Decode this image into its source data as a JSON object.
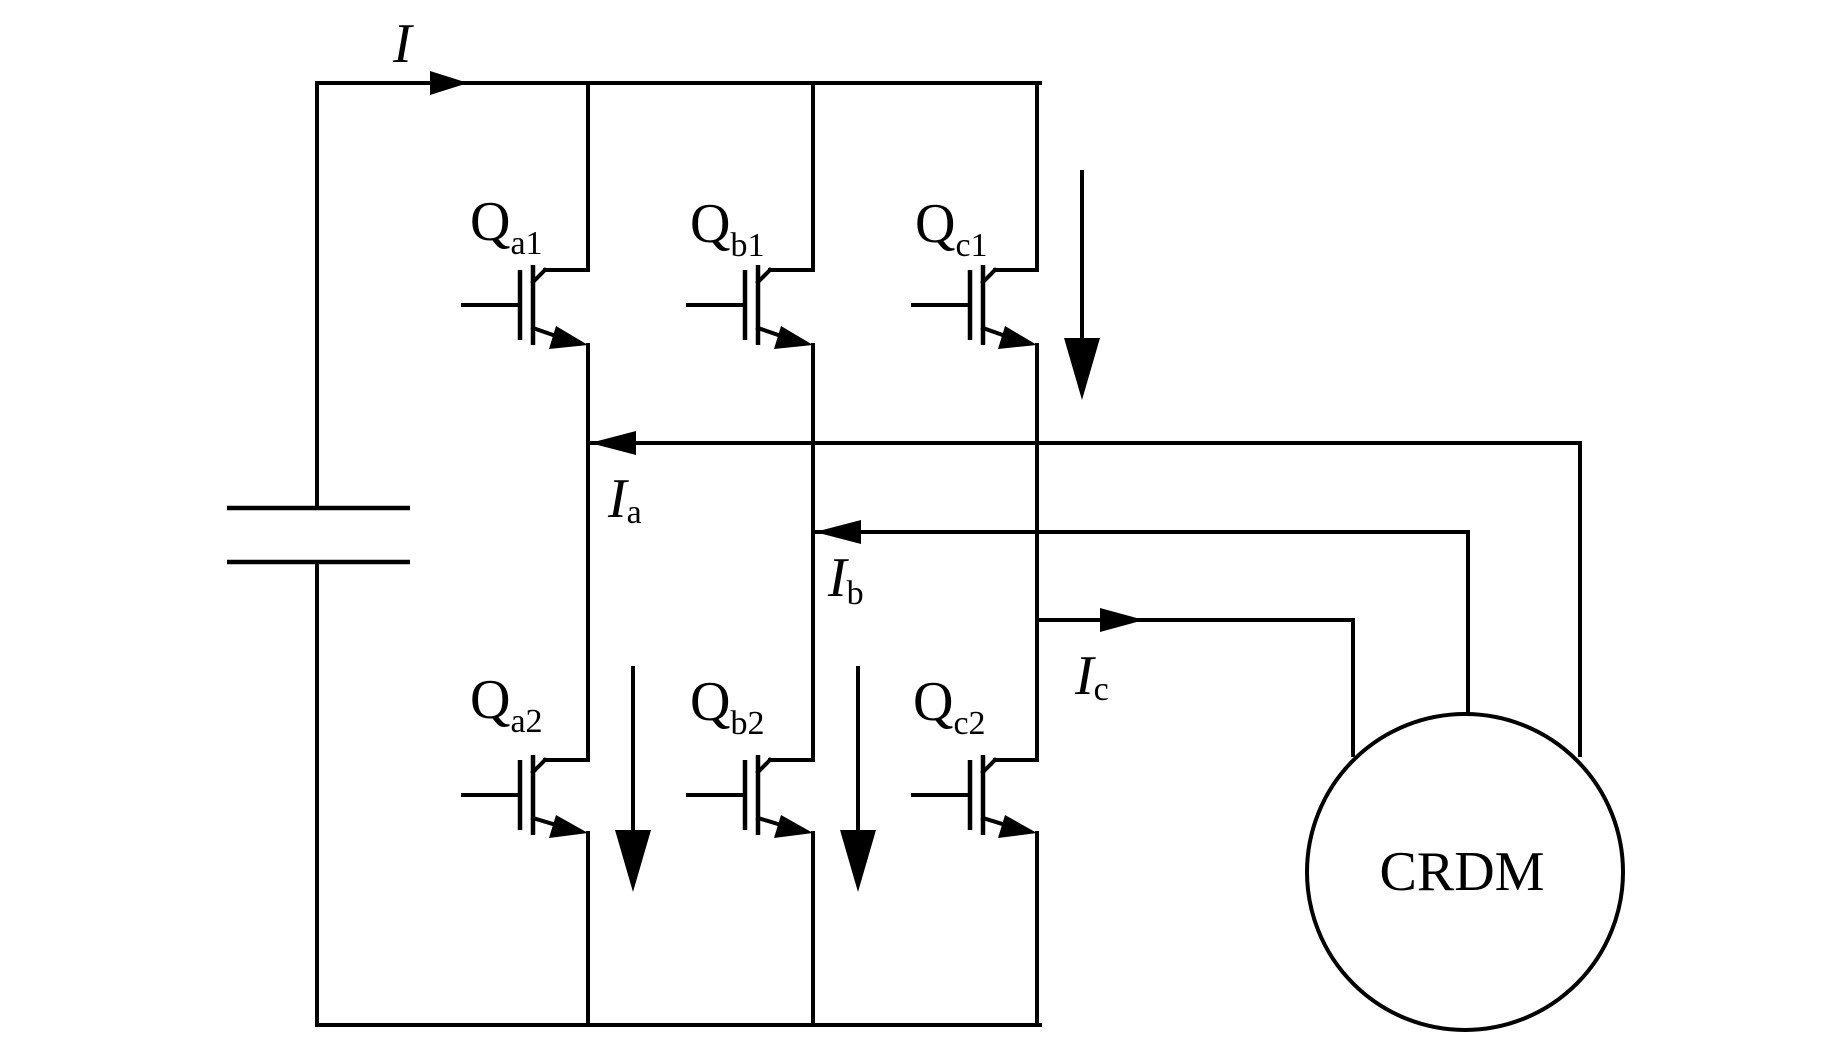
{
  "labels": {
    "current_total": "I",
    "current_a": {
      "main": "I",
      "sub": "a"
    },
    "current_b": {
      "main": "I",
      "sub": "b"
    },
    "current_c": {
      "main": "I",
      "sub": "c"
    }
  },
  "transistors": {
    "qa1": {
      "main": "Q",
      "sub": "a1"
    },
    "qb1": {
      "main": "Q",
      "sub": "b1"
    },
    "qc1": {
      "main": "Q",
      "sub": "c1"
    },
    "qa2": {
      "main": "Q",
      "sub": "a2"
    },
    "qb2": {
      "main": "Q",
      "sub": "b2"
    },
    "qc2": {
      "main": "Q",
      "sub": "c2"
    }
  },
  "motor": {
    "label": "CRDM"
  }
}
